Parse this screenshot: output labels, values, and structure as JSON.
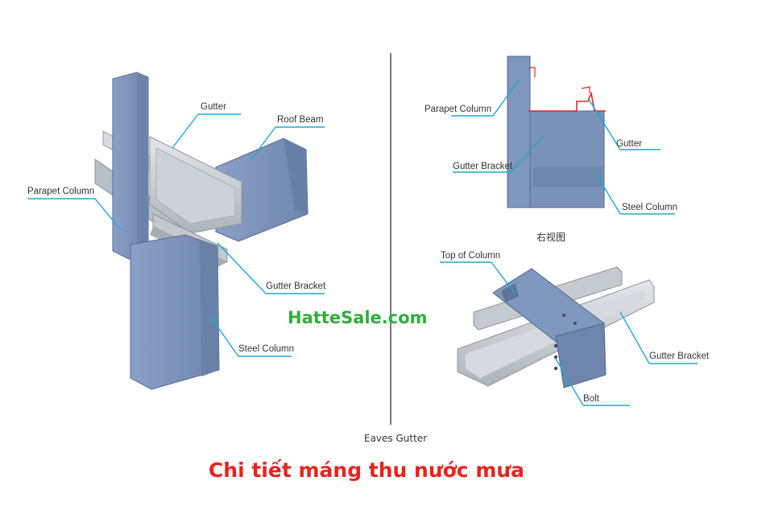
{
  "diagram": {
    "left_view": {
      "labels": {
        "gutter": "Gutter",
        "roof_beam": "Roof Beam",
        "parapet_column": "Parapet Column",
        "gutter_bracket": "Gutter Bracket",
        "steel_column": "Steel Column"
      },
      "caption": "Eaves Gutter"
    },
    "right_side_view": {
      "labels": {
        "parapet_column": "Parapet Column",
        "gutter": "Gutter",
        "gutter_bracket": "Gutter Bracket",
        "steel_column": "Steel Column"
      },
      "caption": "右视图"
    },
    "column_top_view": {
      "labels": {
        "top_of_column": "Top of Column",
        "gutter_bracket": "Gutter Bracket",
        "bolt": "Bolt"
      }
    }
  },
  "watermark": "HatteSale.com",
  "title": "Chi tiết máng thu nước mưa",
  "colors": {
    "steel": "#7f96bd",
    "steel_dark": "#5f7499",
    "galvanized": "#c9ced4",
    "leader_lines": "#1fa8d4",
    "watermark": "#2fae3a",
    "title": "#e8231f"
  }
}
